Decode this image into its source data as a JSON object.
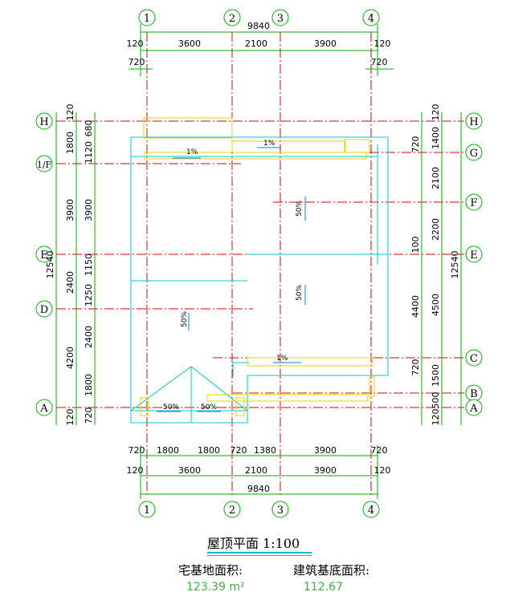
{
  "top_axes": [
    "1",
    "2",
    "3",
    "4"
  ],
  "bottom_axes": [
    "1",
    "2",
    "3",
    "4"
  ],
  "left_axes": [
    "H",
    "1/F",
    "E",
    "D",
    "A"
  ],
  "right_axes": [
    "H",
    "G",
    "F",
    "E",
    "C",
    "B",
    "A"
  ],
  "top_dims": {
    "total": "9840",
    "row2": [
      "120",
      "3600",
      "2100",
      "3900",
      "120"
    ],
    "row3": [
      "720",
      "720"
    ]
  },
  "bottom_dims": {
    "row1": [
      "720",
      "1800",
      "1800",
      "720",
      "1380",
      "3900",
      "720"
    ],
    "row2": [
      "120",
      "3600",
      "2100",
      "3900",
      "120"
    ],
    "total": "9840"
  },
  "left_dims": {
    "outer": [
      "120",
      "1800",
      "3900",
      "2400",
      "4200",
      "120"
    ],
    "inner": [
      "680",
      "1120",
      "3900",
      "1150",
      "1250",
      "2400",
      "1800",
      "720"
    ],
    "total": "12540"
  },
  "right_dims": {
    "outer": [
      "120",
      "1400",
      "2100",
      "2200",
      "4500",
      "1500",
      "500",
      "120"
    ],
    "inner": [
      "720",
      "100",
      "4400",
      "720"
    ],
    "total": "12540"
  },
  "slopes": [
    "1%",
    "1%",
    "50%",
    "50%",
    "50%",
    "1%",
    "50%",
    "50%"
  ],
  "caption": {
    "title": "屋顶平面  1:100",
    "site_area_label": "宅基地面积:",
    "site_area_value": "123.39 m²",
    "building_area_label": "建筑基底面积:",
    "building_area_value": "112.67"
  },
  "colors": {
    "axis": "#e00000",
    "dim": "#00b000",
    "outline": "#00c8d8",
    "wall": "#e8d000",
    "text": "#000000",
    "value": "#3cb043"
  }
}
